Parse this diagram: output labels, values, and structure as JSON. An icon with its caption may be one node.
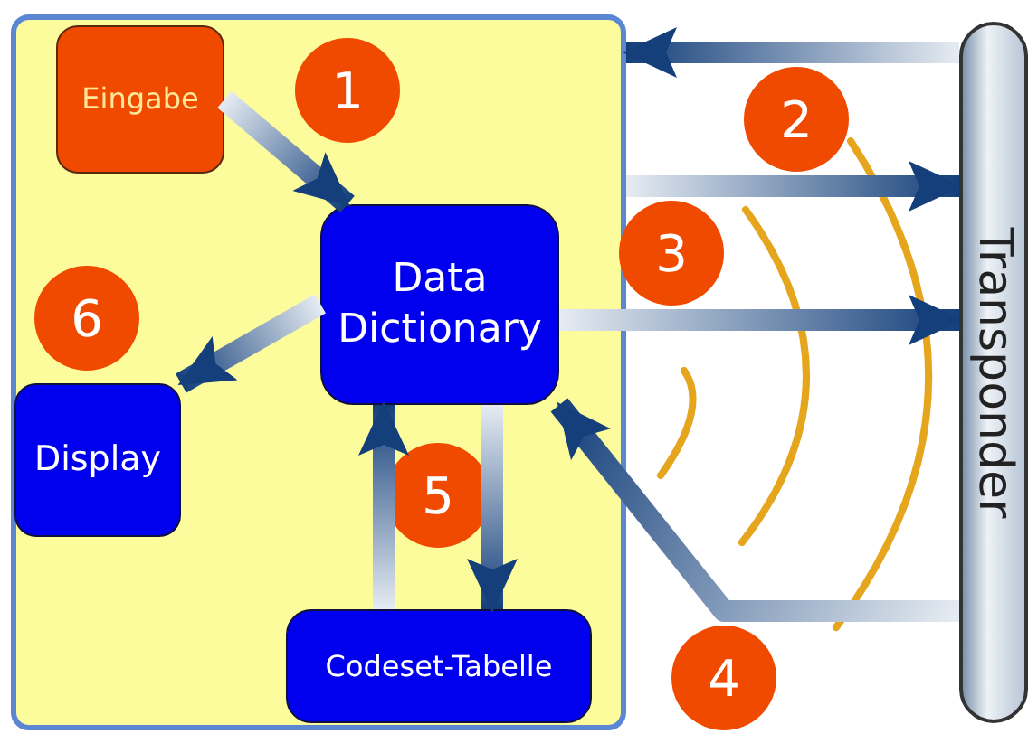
{
  "diagram": {
    "nodes": [
      {
        "text": [],
        "shape": "box"
      },
      {
        "text": [
          "Eingabe"
        ],
        "in": 0
      },
      {
        "text": [
          "Data Dictionary"
        ],
        "in": 0
      },
      {
        "text": [
          "Display"
        ],
        "in": 0
      },
      {
        "text": [
          "Codeset-Tabelle"
        ],
        "in": 0
      },
      {
        "text": [
          "Transponder"
        ]
      },
      {
        "text": [
          "1"
        ],
        "in": 0
      },
      {
        "text": [
          "2"
        ]
      },
      {
        "text": [
          "3"
        ]
      },
      {
        "text": [
          "4"
        ]
      },
      {
        "text": [
          "5"
        ],
        "in": 0
      },
      {
        "text": [
          "6"
        ],
        "in": 0
      }
    ],
    "edges": [
      {
        "from": 1,
        "to": 2,
        "arrow": "to"
      },
      {
        "from": 2,
        "to": 3,
        "arrow": "to"
      },
      {
        "from": 4,
        "to": 2,
        "arrow": "to"
      },
      {
        "from": 2,
        "to": 4,
        "arrow": "to"
      },
      {
        "from": 5,
        "to": 0,
        "arrow": "to"
      },
      {
        "from": 0,
        "to": 5,
        "arrow": "to"
      },
      {
        "from": 2,
        "to": 5,
        "arrow": "to"
      },
      {
        "from": 5,
        "to": 2,
        "arrow": "to"
      }
    ]
  }
}
